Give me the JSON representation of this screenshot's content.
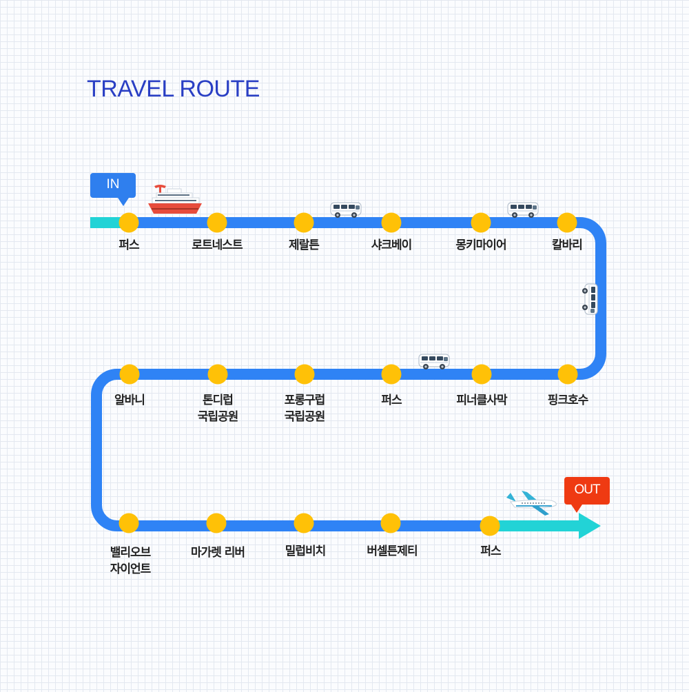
{
  "title": "TRAVEL ROUTE",
  "badges": {
    "in": "IN",
    "out": "OUT"
  },
  "colors": {
    "route": "#2f83f5",
    "endpoints": "#22d3d6",
    "stop": "#ffc107",
    "in_badge": "#2f7fee",
    "out_badge": "#ef3a12",
    "title": "#2a3fc4"
  },
  "stops": [
    {
      "label": "퍼스"
    },
    {
      "label": "로트네스트"
    },
    {
      "label": "제랄튼"
    },
    {
      "label": "샤크베이"
    },
    {
      "label": "몽키마이어"
    },
    {
      "label": "칼바리"
    },
    {
      "label": "핑크호수"
    },
    {
      "label": "피너클사막"
    },
    {
      "label": "퍼스"
    },
    {
      "label": "포롱구럽\n국립공원"
    },
    {
      "label": "톤디럽\n국립공원"
    },
    {
      "label": "알바니"
    },
    {
      "label": "밸리오브\n자이언트"
    },
    {
      "label": "마가렛 리버"
    },
    {
      "label": "밀럽비치"
    },
    {
      "label": "버셀튼제티"
    },
    {
      "label": "퍼스"
    }
  ],
  "vehicles": [
    {
      "icon": "cruise-ship-icon"
    },
    {
      "icon": "van-icon"
    },
    {
      "icon": "van-icon"
    },
    {
      "icon": "van-icon"
    },
    {
      "icon": "van-icon"
    },
    {
      "icon": "airplane-icon"
    }
  ]
}
